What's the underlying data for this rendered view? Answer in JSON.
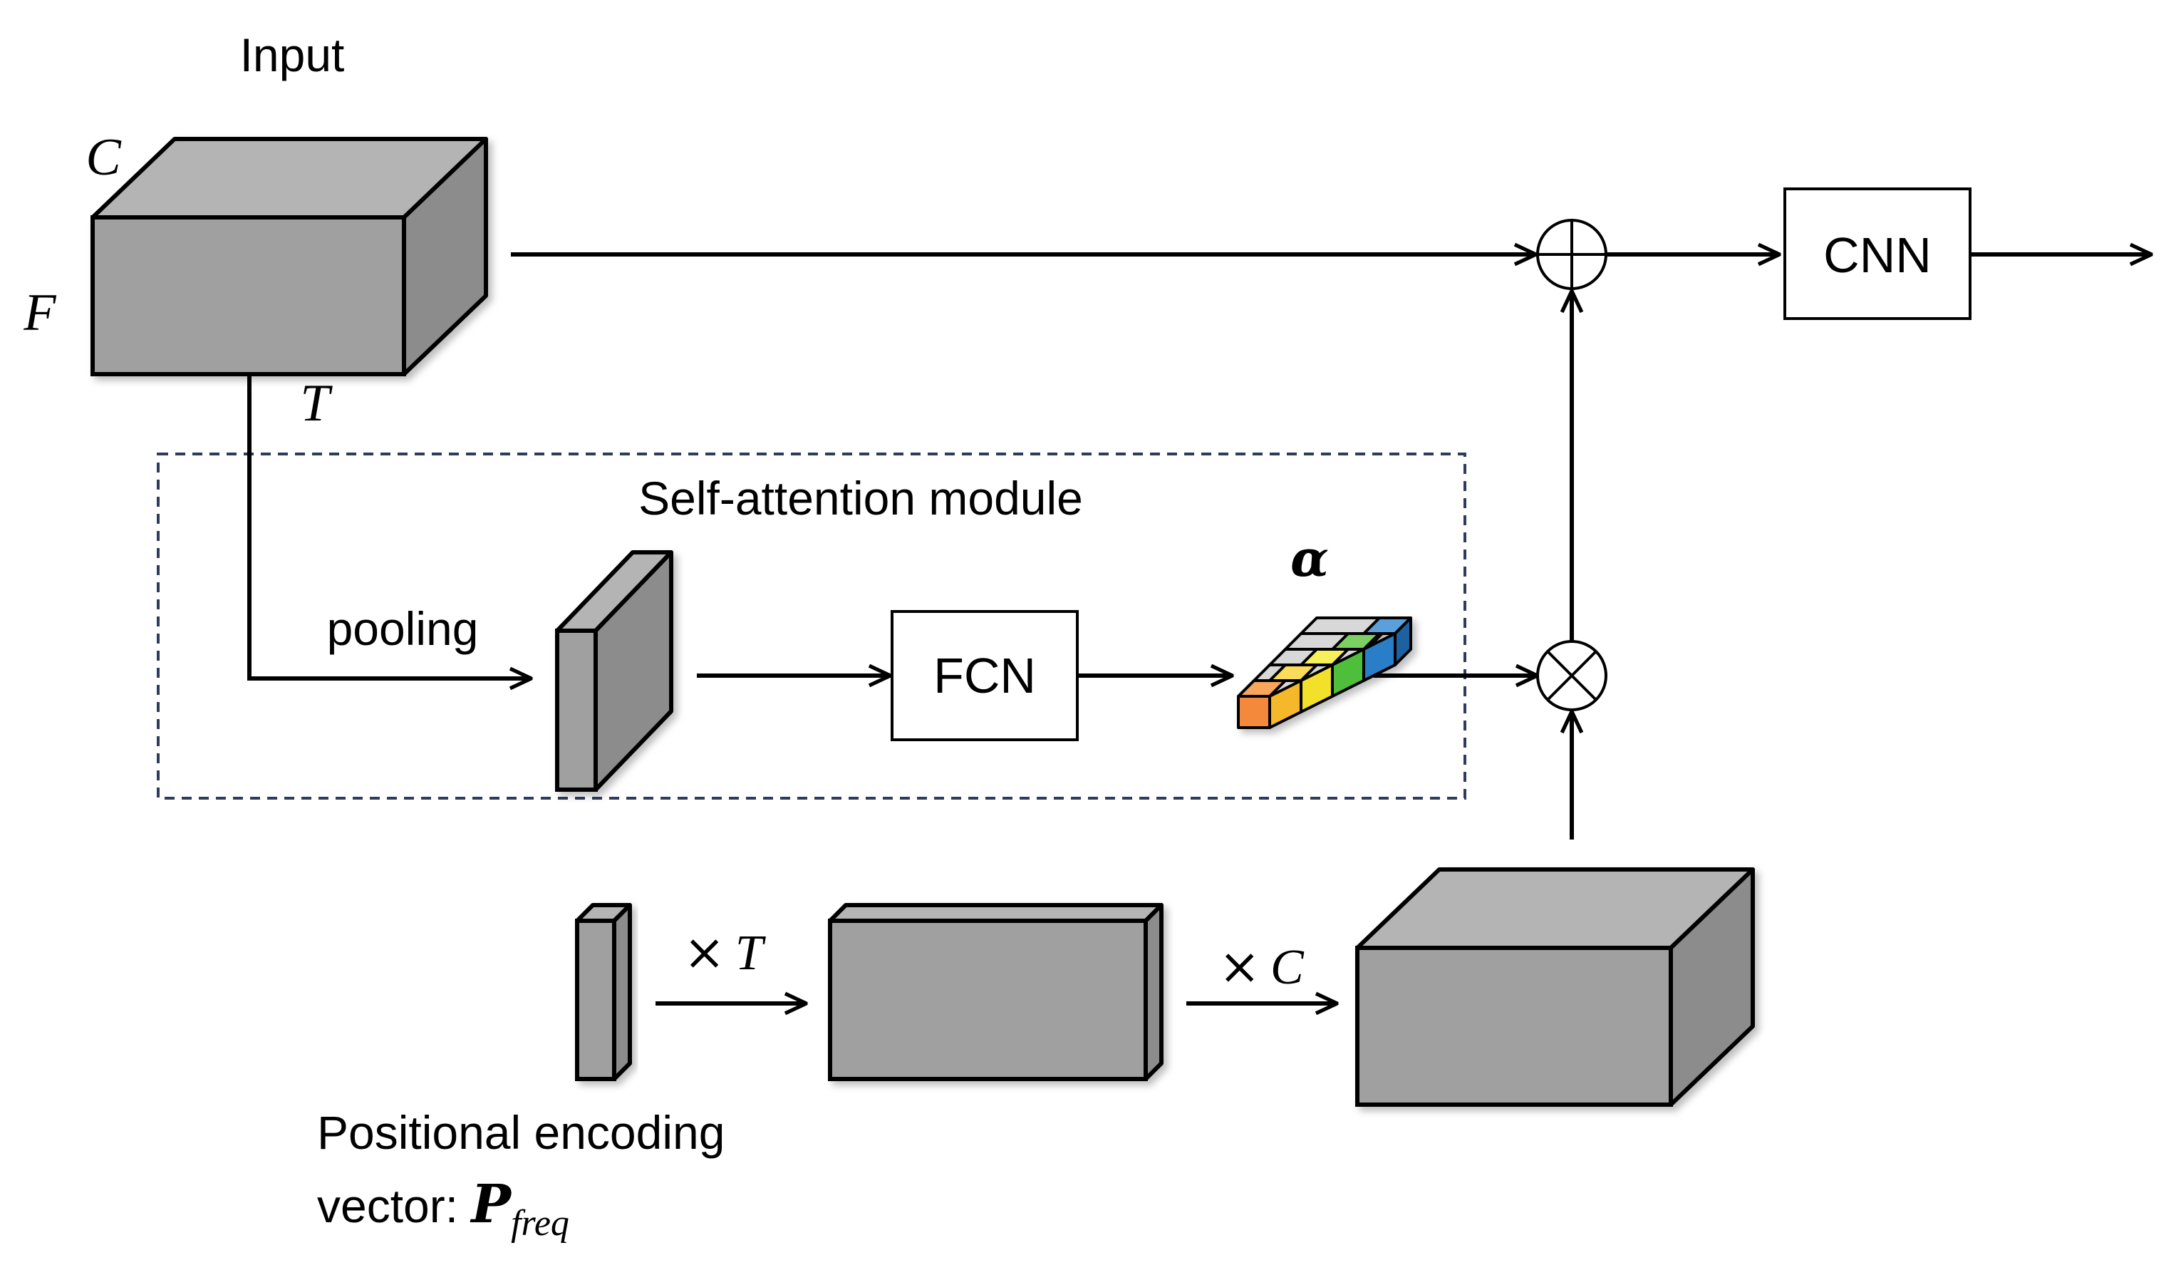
{
  "labels": {
    "input": "Input",
    "c_dim": "C",
    "f_dim": "F",
    "t_dim": "T",
    "module_title": "Self-attention module",
    "pooling": "pooling",
    "fcn": "FCN",
    "alpha": "α",
    "cnn": "CNN",
    "times_t_sign": "×",
    "times_t_var": "T",
    "times_c_sign": "×",
    "times_c_var": "C",
    "pe_line1": "Positional encoding",
    "pe_line2_prefix": "vector: ",
    "pe_symbol": "P",
    "pe_subscript": "freq",
    "plus_sign": "⊕",
    "times_sign": "⊗"
  },
  "colors": {
    "cube_front": "#a0a0a0",
    "cube_top": "#b4b4b4",
    "cube_side": "#8c8c8c",
    "stroke": "#000000",
    "dashed_box": "#2f3b5c",
    "alpha_cells": [
      "#f4883a",
      "#f5d02a",
      "#f2ee2a",
      "#4fbf3a",
      "#2a7ec8"
    ]
  },
  "nodes": [
    {
      "id": "input-tensor",
      "label": "Input"
    },
    {
      "id": "pooled-tensor",
      "label": ""
    },
    {
      "id": "fcn-block",
      "label": "FCN"
    },
    {
      "id": "alpha-vector",
      "label": "α"
    },
    {
      "id": "multiply-op",
      "label": "⊗"
    },
    {
      "id": "add-op",
      "label": "⊕"
    },
    {
      "id": "cnn-block",
      "label": "CNN"
    },
    {
      "id": "pe-vector",
      "label": "Positional encoding vector: P_freq"
    },
    {
      "id": "pe-matrix",
      "label": ""
    },
    {
      "id": "pe-tensor",
      "label": ""
    }
  ],
  "edges": [
    {
      "from": "input-tensor",
      "to": "add-op"
    },
    {
      "from": "input-tensor",
      "to": "pooled-tensor",
      "label": "pooling"
    },
    {
      "from": "pooled-tensor",
      "to": "fcn-block"
    },
    {
      "from": "fcn-block",
      "to": "alpha-vector"
    },
    {
      "from": "alpha-vector",
      "to": "multiply-op"
    },
    {
      "from": "pe-vector",
      "to": "pe-matrix",
      "label": "× T"
    },
    {
      "from": "pe-matrix",
      "to": "pe-tensor",
      "label": "× C"
    },
    {
      "from": "pe-tensor",
      "to": "multiply-op"
    },
    {
      "from": "multiply-op",
      "to": "add-op"
    },
    {
      "from": "add-op",
      "to": "cnn-block"
    },
    {
      "from": "cnn-block",
      "to": "output"
    }
  ]
}
